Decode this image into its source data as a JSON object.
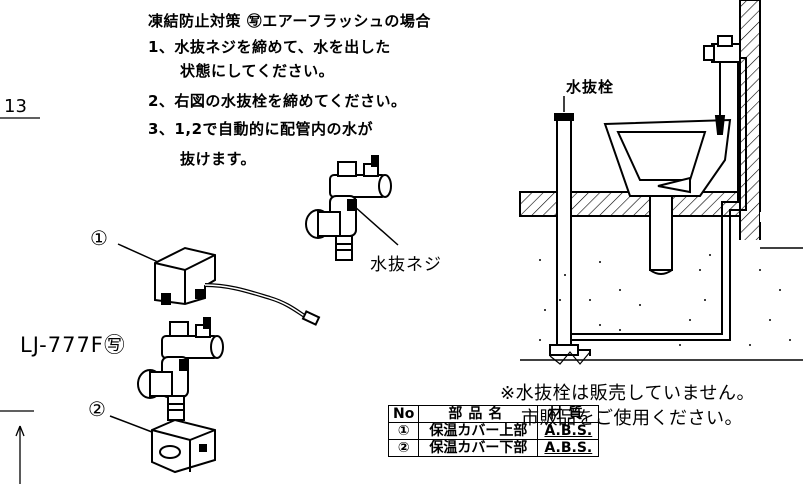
{
  "instructions": {
    "title": "凍結防止対策 ㊢エアーフラッシュの場合",
    "step1_line1": "1、水抜ネジを締めて、水を出した",
    "step1_line2": "状態にしてください。",
    "step2": "2、右図の水抜栓を締めてください。",
    "step3_line1": "3、1,2で自動的に配管内の水が",
    "step3_line2": "抜けます。"
  },
  "page_number": "13",
  "model": "LJ-777F㊢",
  "labels": {
    "drain_screw": "水抜ネジ",
    "drain_cock": "水抜栓",
    "callout1": "①",
    "callout2": "②"
  },
  "notes": {
    "line1": "※水抜栓は販売していません。",
    "line2": "市販品をご使用ください。"
  },
  "parts_table": {
    "headers": {
      "no": "No",
      "name": "部品名",
      "material": "材質"
    },
    "rows": [
      {
        "no": "①",
        "name": "保温カバー上部",
        "material": "A.B.S."
      },
      {
        "no": "②",
        "name": "保温カバー下部",
        "material": "A.B.S."
      }
    ]
  }
}
